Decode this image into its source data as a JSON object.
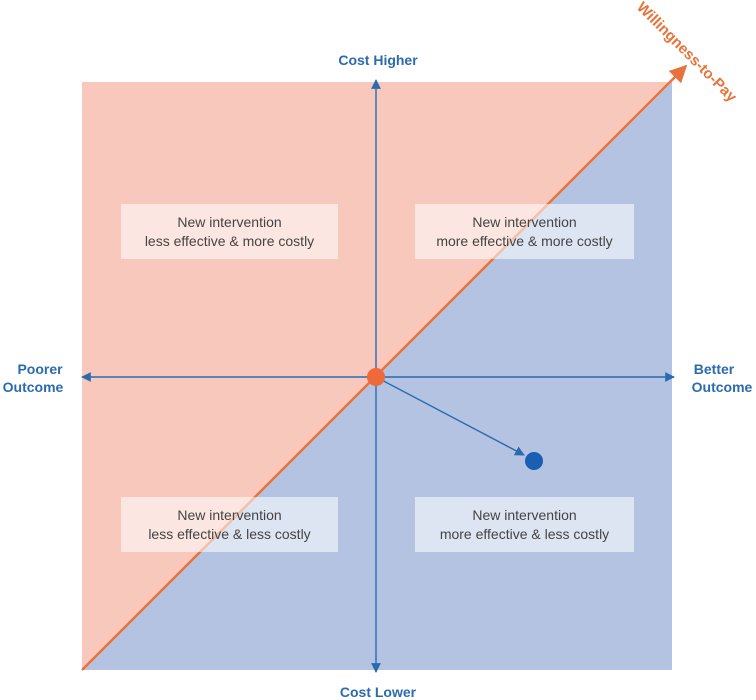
{
  "axes": {
    "top": "Cost Higher",
    "bottom": "Cost Lower",
    "left": [
      "Poorer",
      "Outcome"
    ],
    "right": [
      "Better",
      "Outcome"
    ]
  },
  "threshold_label": "Willingness-to-Pay",
  "quadrants": {
    "top_left": [
      "New intervention",
      "less effective & more costly"
    ],
    "top_right": [
      "New intervention",
      "more effective & more costly"
    ],
    "bottom_left": [
      "New intervention",
      "less effective & less costly"
    ],
    "bottom_right": [
      "New intervention",
      "more effective & less costly"
    ]
  },
  "colors": {
    "above_threshold": "#f9c8bc",
    "below_threshold": "#b4c3e2",
    "axis": "#2a6bb0",
    "threshold_line": "#e8733a",
    "origin_point": "#ef6a3a",
    "new_point": "#1a5fb4"
  }
}
